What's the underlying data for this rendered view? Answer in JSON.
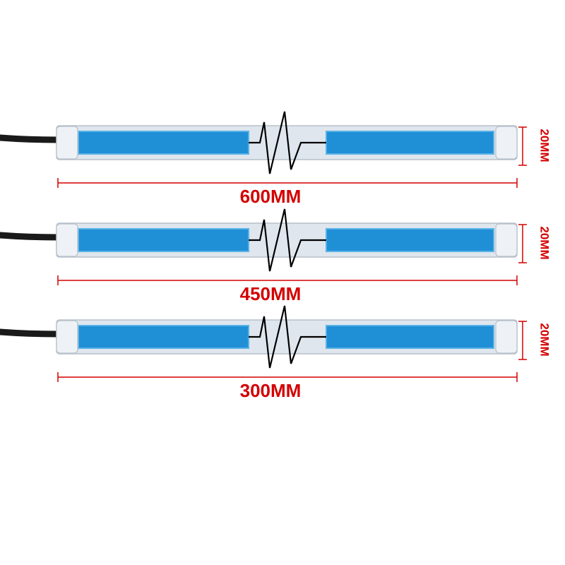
{
  "colors": {
    "strip": "#1f8fd6",
    "strip_edge": "#5ab2e6",
    "casing": "#dfe6ee",
    "casing_edge": "#b7c0ca",
    "cable": "#1a1a1a",
    "zigzag": "#000000",
    "dimension": "#d40000"
  },
  "strips": [
    {
      "length_label": "600MM",
      "width_label": "20MM"
    },
    {
      "length_label": "450MM",
      "width_label": "20MM"
    },
    {
      "length_label": "300MM",
      "width_label": "20MM"
    }
  ]
}
